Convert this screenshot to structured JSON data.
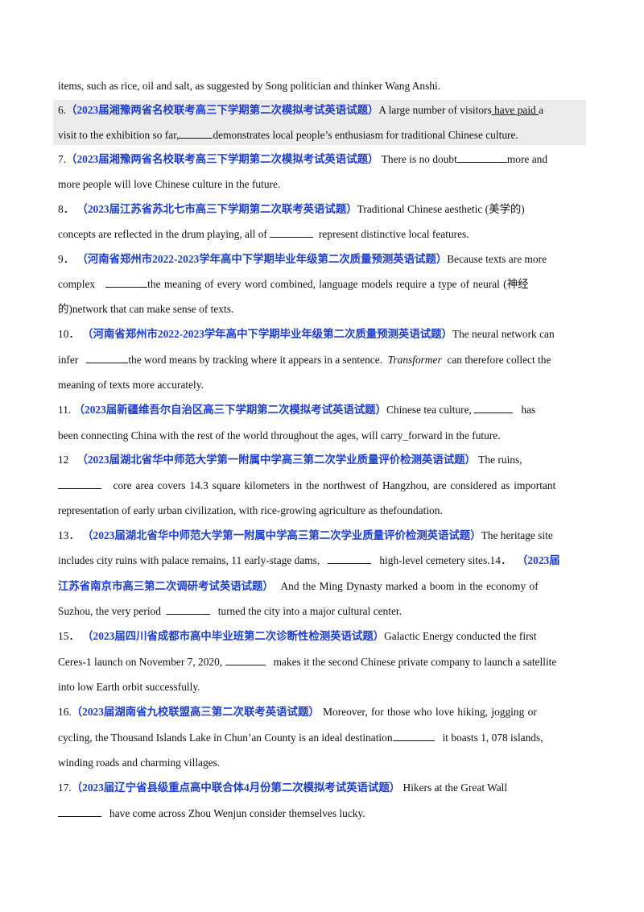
{
  "q5_tail": "items, such as rice, oil and salt, as suggested by Song politician and thinker Wang Anshi.",
  "questions": [
    {
      "num": "6.",
      "lp": "（",
      "src": "2023届湘豫两省名校联考高三下学期第二次模拟考试英语试题",
      "rp": "）",
      "t1": "A large number of visitors",
      "ans": " have paid ",
      "t2": "a",
      "t3": "visit to the exhibition so far,",
      "t4": "demonstrates local people’s enthusiasm for traditional Chinese culture."
    },
    {
      "num": "7.",
      "lp": "（",
      "src": "2023届湘豫两省名校联考高三下学期第二次模拟考试英语试题",
      "rp": "）",
      "t1": "There is no doubt",
      "t2": "more and",
      "t3": "more people will love Chinese culture in the future."
    },
    {
      "num": "8．",
      "lp": "（",
      "src": "2023届江苏省苏北七市高三下学期第二次联考英语试题",
      "rp": "）",
      "t1": "Traditional Chinese aesthetic (美学的)",
      "t2": "concepts are reflected in the drum playing, all of",
      "t3": "represent distinctive local features."
    },
    {
      "num": "9．",
      "lp": "（",
      "src": "河南省郑州市2022-2023学年高中下学期毕业年级第二次质量预测英语试题",
      "rp": "）",
      "t1": "Because texts are more",
      "t2": "complex",
      "t3": "the meaning of every word combined, language models require a type of neural (神经",
      "t4": "的)network that can make sense of texts."
    },
    {
      "num": "10．",
      "lp": "（",
      "src": "河南省郑州市2022-2023学年高中下学期毕业年级第二次质量预测英语试题",
      "rp": "）",
      "t1": "The neural network can",
      "t2": "infer",
      "t3": "the word means by tracking where it appears in a sentence.",
      "t4": "Transformer",
      "t5": "can therefore collect the",
      "t6": "meaning of texts more accurately."
    },
    {
      "num": "11.",
      "lp": "（",
      "src": "2023届新疆维吾尔自治区高三下学期第二次模拟考试英语试题",
      "rp": "）",
      "t1": "Chinese tea culture,",
      "t2": "has",
      "t3": "been connecting China with the rest of the world throughout the ages, will carry_forward in the future."
    },
    {
      "num": "12",
      "lp": "（",
      "src": "2023届湖北省华中师范大学第一附属中学高三第二次学业质量评价检测英语试题",
      "rp": "）",
      "t1": "The ruins,",
      "t2": "core area covers 14.3 square kilometers in the northwest of Hangzhou, are considered as important",
      "t3": "representation of early urban civilization, with rice-growing agriculture as thefoundation."
    },
    {
      "num": "13．",
      "lp": "（",
      "src": "2023届湖北省华中师范大学第一附属中学高三第二次学业质量评价检测英语试题",
      "rp": "）",
      "t1": "The heritage site",
      "t2": "includes city ruins with palace remains, 11 early-stage dams,",
      "t3": "high-level cemetery sites."
    },
    {
      "num": "14．",
      "lp": "（",
      "src_a": "2023届",
      "src_b": "江苏省南京市高三第二次调研考试英语试题",
      "rp": "）",
      "t1": "And the Ming Dynasty marked a boom in the economy of",
      "t2": "Suzhou, the very period",
      "t3": "turned the city into a major cultural center."
    },
    {
      "num": "15．",
      "lp": "（",
      "src": "2023届四川省成都市高中毕业班第二次诊断性检测英语试题",
      "rp": "）",
      "t1": "Galactic Energy conducted the first",
      "t2": "Ceres-1 launch on November 7, 2020,",
      "t3": "makes it the second Chinese private company to launch a satellite",
      "t4": "into low Earth orbit successfully."
    },
    {
      "num": "16.",
      "lp": "（",
      "src": "2023届湖南省九校联盟高三第二次联考英语试题",
      "rp": "）",
      "t1": "Moreover, for those who love hiking, jogging or",
      "t2": "cycling, the Thousand Islands Lake in Chun’an County is an ideal destination",
      "t3": "it boasts 1, 078 islands,",
      "t4": "winding roads and charming villages."
    },
    {
      "num": "17.",
      "lp": "（",
      "src": "2023届辽宁省县级重点高中联合体4月份第二次模拟考试英语试题",
      "rp": "）",
      "t1": "Hikers at the Great Wall",
      "t2": "have come across Zhou Wenjun consider themselves lucky."
    }
  ]
}
